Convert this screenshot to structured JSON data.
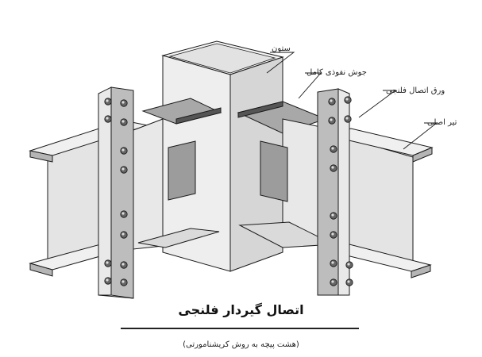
{
  "labels": {
    "column": "ستون",
    "weld": "جوش نفوذی کامل",
    "flange_plate": "ورق اتصال فلنجی",
    "main_beam": "تیر اصلی"
  },
  "title": "اتصال گیردار فلنجی",
  "subtitle": "(هشت پیچه به روش کریشنامورتی)",
  "colors": {
    "steel_face": "#d9d9d9",
    "steel_light": "#eeeeee",
    "steel_dark": "#9a9a9a",
    "bolt": "#666666",
    "outline": "#1a1a1a"
  }
}
